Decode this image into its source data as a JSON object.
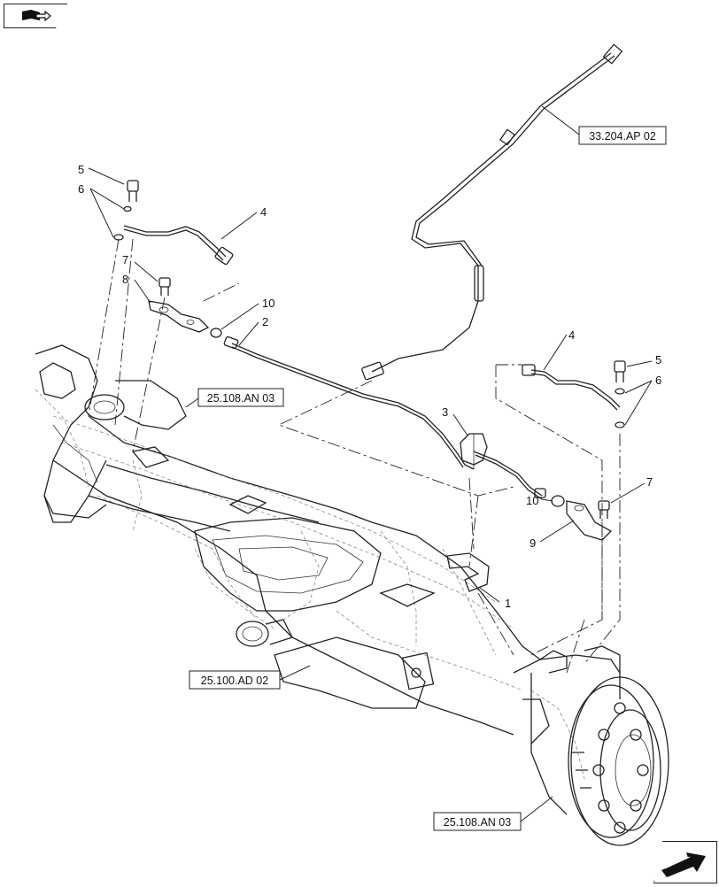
{
  "callouts": {
    "c1": "1",
    "c2": "2",
    "c3": "3",
    "c4a": "4",
    "c4b": "4",
    "c5a": "5",
    "c5b": "5",
    "c6a": "6",
    "c6b": "6",
    "c7a": "7",
    "c7b": "7",
    "c8": "8",
    "c9": "9",
    "c10a": "10",
    "c10b": "10"
  },
  "references": {
    "ref_top": "33.204.AP 02",
    "ref_left": "25.108.AN 03",
    "ref_axle": "25.100.AD 02",
    "ref_bottom": "25.108.AN 03"
  },
  "nav": {
    "prev_icon": "book-arrow-icon",
    "next_icon": "next-page-arrow-icon"
  }
}
